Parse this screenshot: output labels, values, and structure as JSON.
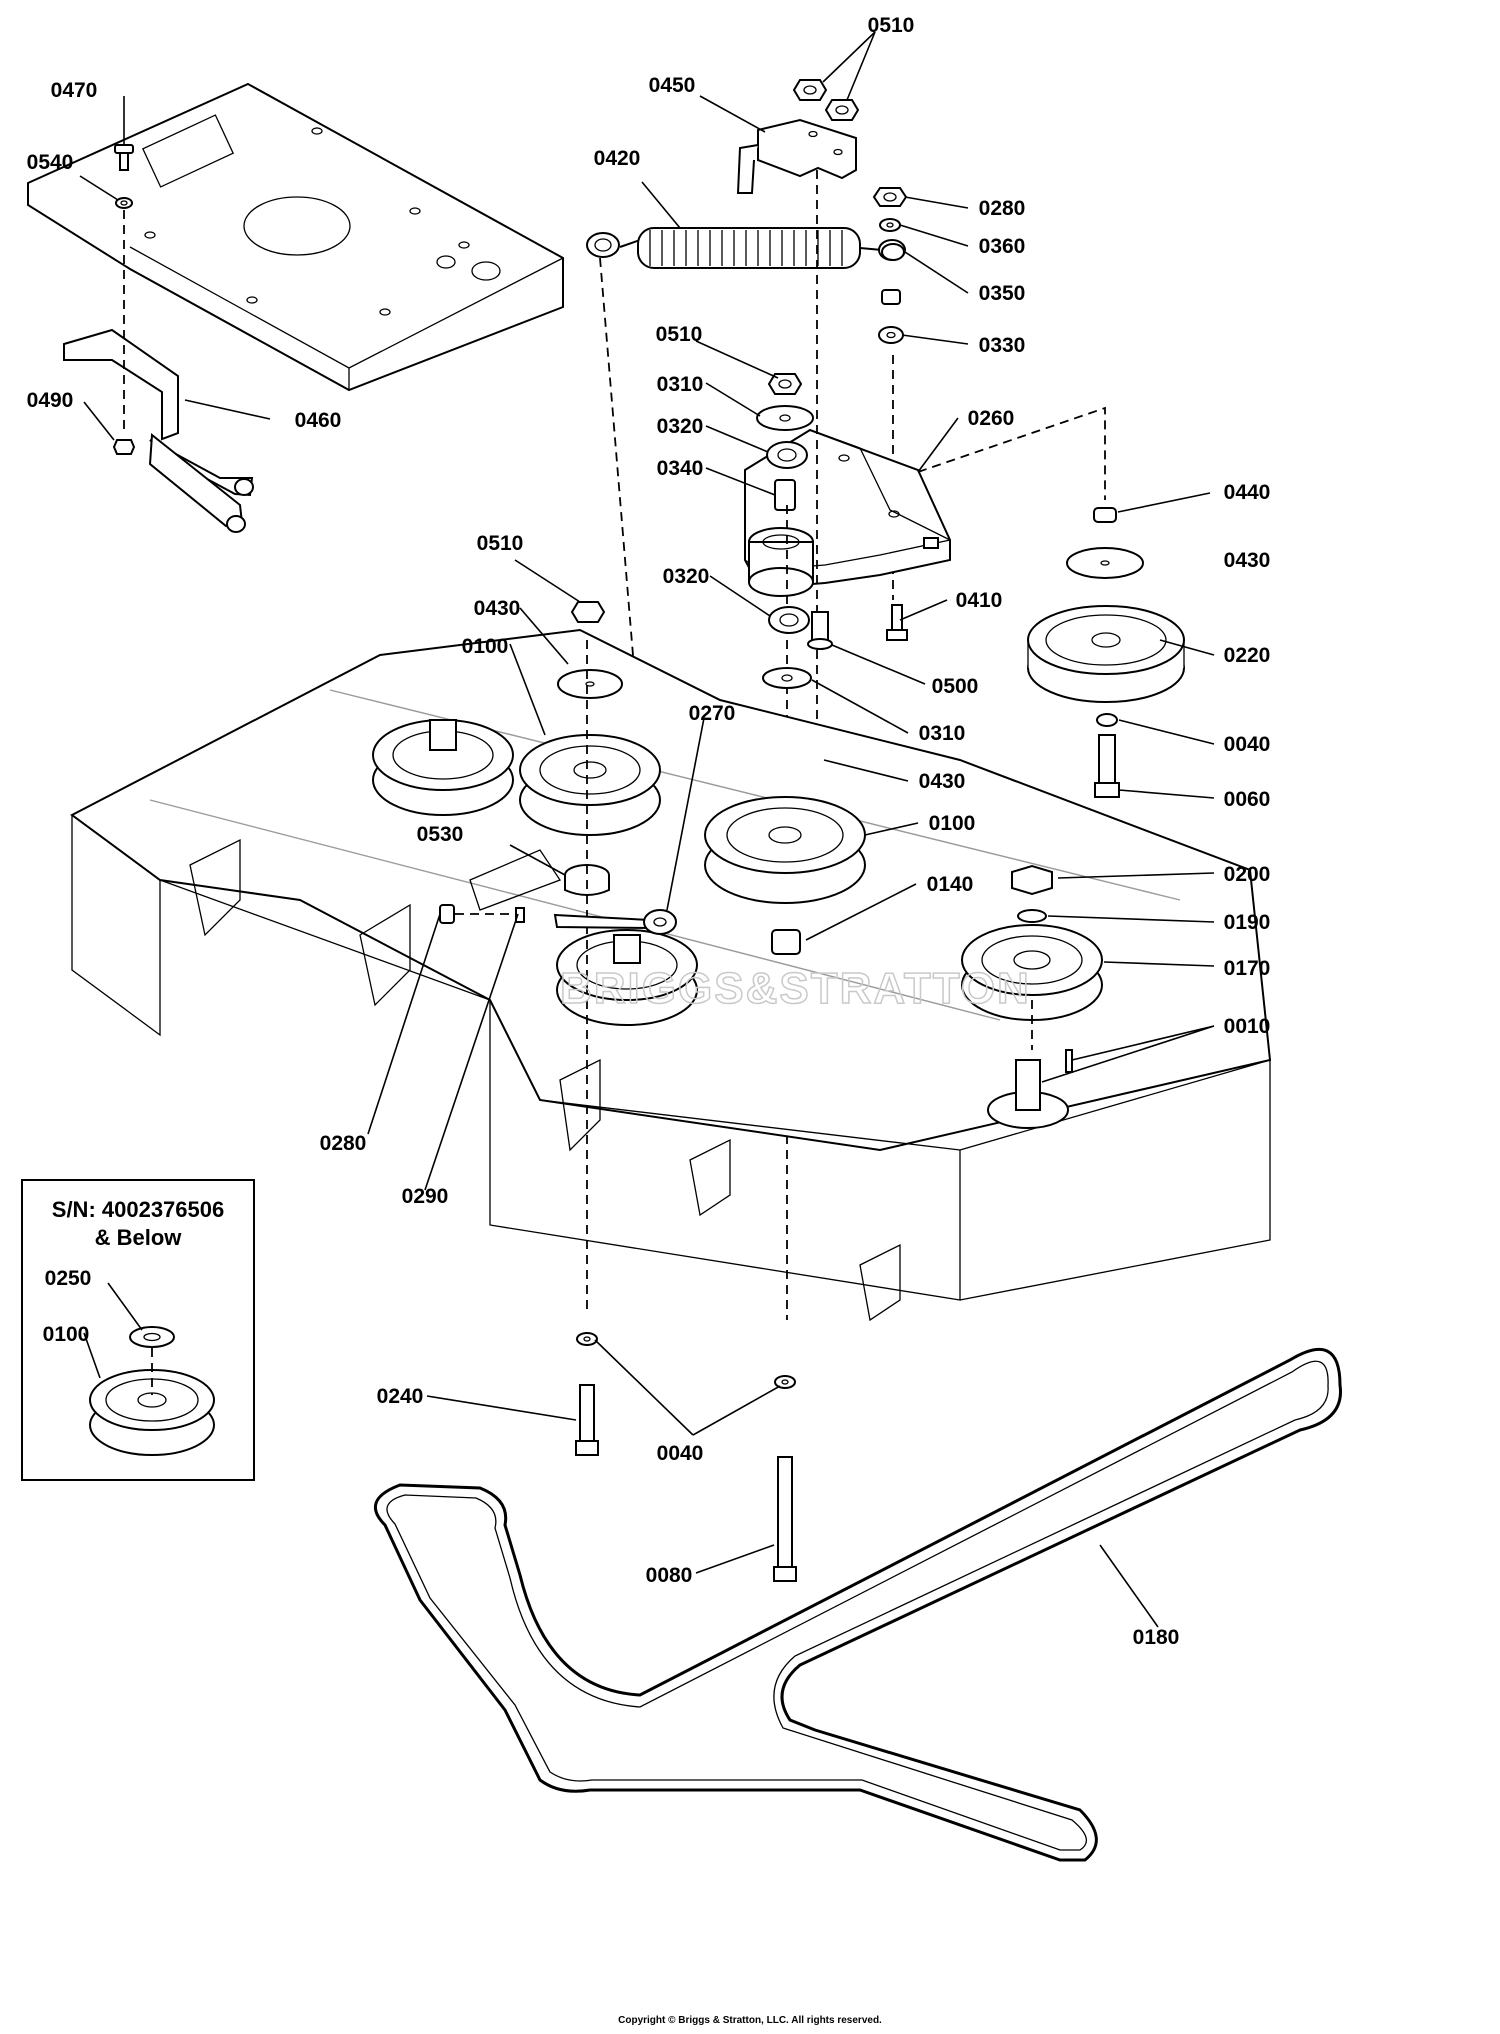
{
  "callouts": [
    {
      "id": "0510a",
      "text": "0510"
    },
    {
      "id": "0450",
      "text": "0450"
    },
    {
      "id": "0470",
      "text": "0470"
    },
    {
      "id": "0420",
      "text": "0420"
    },
    {
      "id": "0540",
      "text": "0540"
    },
    {
      "id": "0280a",
      "text": "0280"
    },
    {
      "id": "0360",
      "text": "0360"
    },
    {
      "id": "0350",
      "text": "0350"
    },
    {
      "id": "0330",
      "text": "0330"
    },
    {
      "id": "0510b",
      "text": "0510"
    },
    {
      "id": "0310a",
      "text": "0310"
    },
    {
      "id": "0490",
      "text": "0490"
    },
    {
      "id": "0460",
      "text": "0460"
    },
    {
      "id": "0260",
      "text": "0260"
    },
    {
      "id": "0320a",
      "text": "0320"
    },
    {
      "id": "0340",
      "text": "0340"
    },
    {
      "id": "0440",
      "text": "0440"
    },
    {
      "id": "0510c",
      "text": "0510"
    },
    {
      "id": "0430a",
      "text": "0430"
    },
    {
      "id": "0320b",
      "text": "0320"
    },
    {
      "id": "0410",
      "text": "0410"
    },
    {
      "id": "0430b",
      "text": "0430"
    },
    {
      "id": "0100a",
      "text": "0100"
    },
    {
      "id": "0500",
      "text": "0500"
    },
    {
      "id": "0220",
      "text": "0220"
    },
    {
      "id": "0270",
      "text": "0270"
    },
    {
      "id": "0310b",
      "text": "0310"
    },
    {
      "id": "0040a",
      "text": "0040"
    },
    {
      "id": "0430c",
      "text": "0430"
    },
    {
      "id": "0060",
      "text": "0060"
    },
    {
      "id": "0100b",
      "text": "0100"
    },
    {
      "id": "0530",
      "text": "0530"
    },
    {
      "id": "0200",
      "text": "0200"
    },
    {
      "id": "0140",
      "text": "0140"
    },
    {
      "id": "0190",
      "text": "0190"
    },
    {
      "id": "0170",
      "text": "0170"
    },
    {
      "id": "0010",
      "text": "0010"
    },
    {
      "id": "0280b",
      "text": "0280"
    },
    {
      "id": "0290",
      "text": "0290"
    },
    {
      "id": "0250",
      "text": "0250"
    },
    {
      "id": "0100c",
      "text": "0100"
    },
    {
      "id": "0240",
      "text": "0240"
    },
    {
      "id": "0040b",
      "text": "0040"
    },
    {
      "id": "0080",
      "text": "0080"
    },
    {
      "id": "0180",
      "text": "0180"
    }
  ],
  "inset": {
    "line1": "S/N: 4002376506",
    "line2": "& Below"
  },
  "watermark": "BRIGGS&STRATTON",
  "copyright": "Copyright © Briggs & Stratton, LLC. All rights reserved."
}
